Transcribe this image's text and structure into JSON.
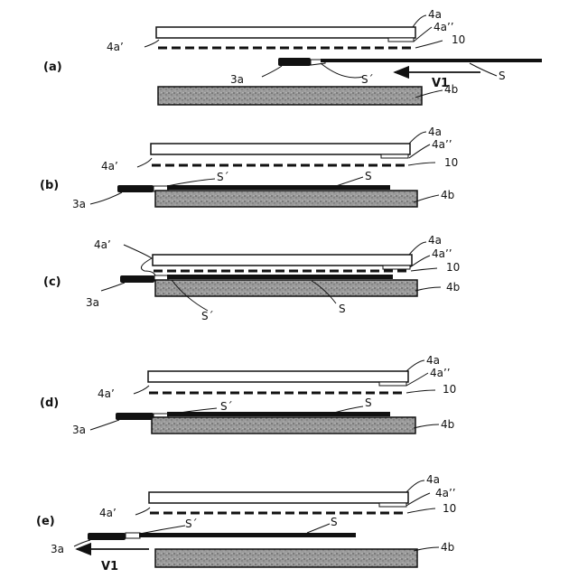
{
  "panels": [
    {
      "id": "(a)",
      "label_4a": "4a",
      "label_4a2": "4a’’",
      "label_4a1": "4a’",
      "label_10": "10",
      "label_3a": "3a",
      "label_S1": "S´",
      "label_S": "S",
      "label_V1": "V1",
      "label_4b": "4b"
    },
    {
      "id": "(b)",
      "label_4a": "4a",
      "label_4a2": "4a’’",
      "label_4a1": "4a’",
      "label_10": "10",
      "label_3a": "3a",
      "label_S1": "S´",
      "label_S": "S",
      "label_4b": "4b"
    },
    {
      "id": "(c)",
      "label_4a": "4a",
      "label_4a2": "4a’’",
      "label_4a1": "4a’",
      "label_10": "10",
      "label_3a": "3a",
      "label_S1": "S´",
      "label_S": "S",
      "label_4b": "4b"
    },
    {
      "id": "(d)",
      "label_4a": "4a",
      "label_4a2": "4a’’",
      "label_4a1": "4a’",
      "label_10": "10",
      "label_3a": "3a",
      "label_S1": "S´",
      "label_S": "S",
      "label_4b": "4b"
    },
    {
      "id": "(e)",
      "label_4a": "4a",
      "label_4a2": "4a’’",
      "label_4a1": "4a’",
      "label_10": "10",
      "label_3a": "3a",
      "label_S1": "S´",
      "label_S": "S",
      "label_V1": "V1",
      "label_4b": "4b"
    }
  ],
  "colors": {
    "ink": "#111111",
    "stippled_base": "#8a8a8a",
    "plate": "#ffffff"
  }
}
